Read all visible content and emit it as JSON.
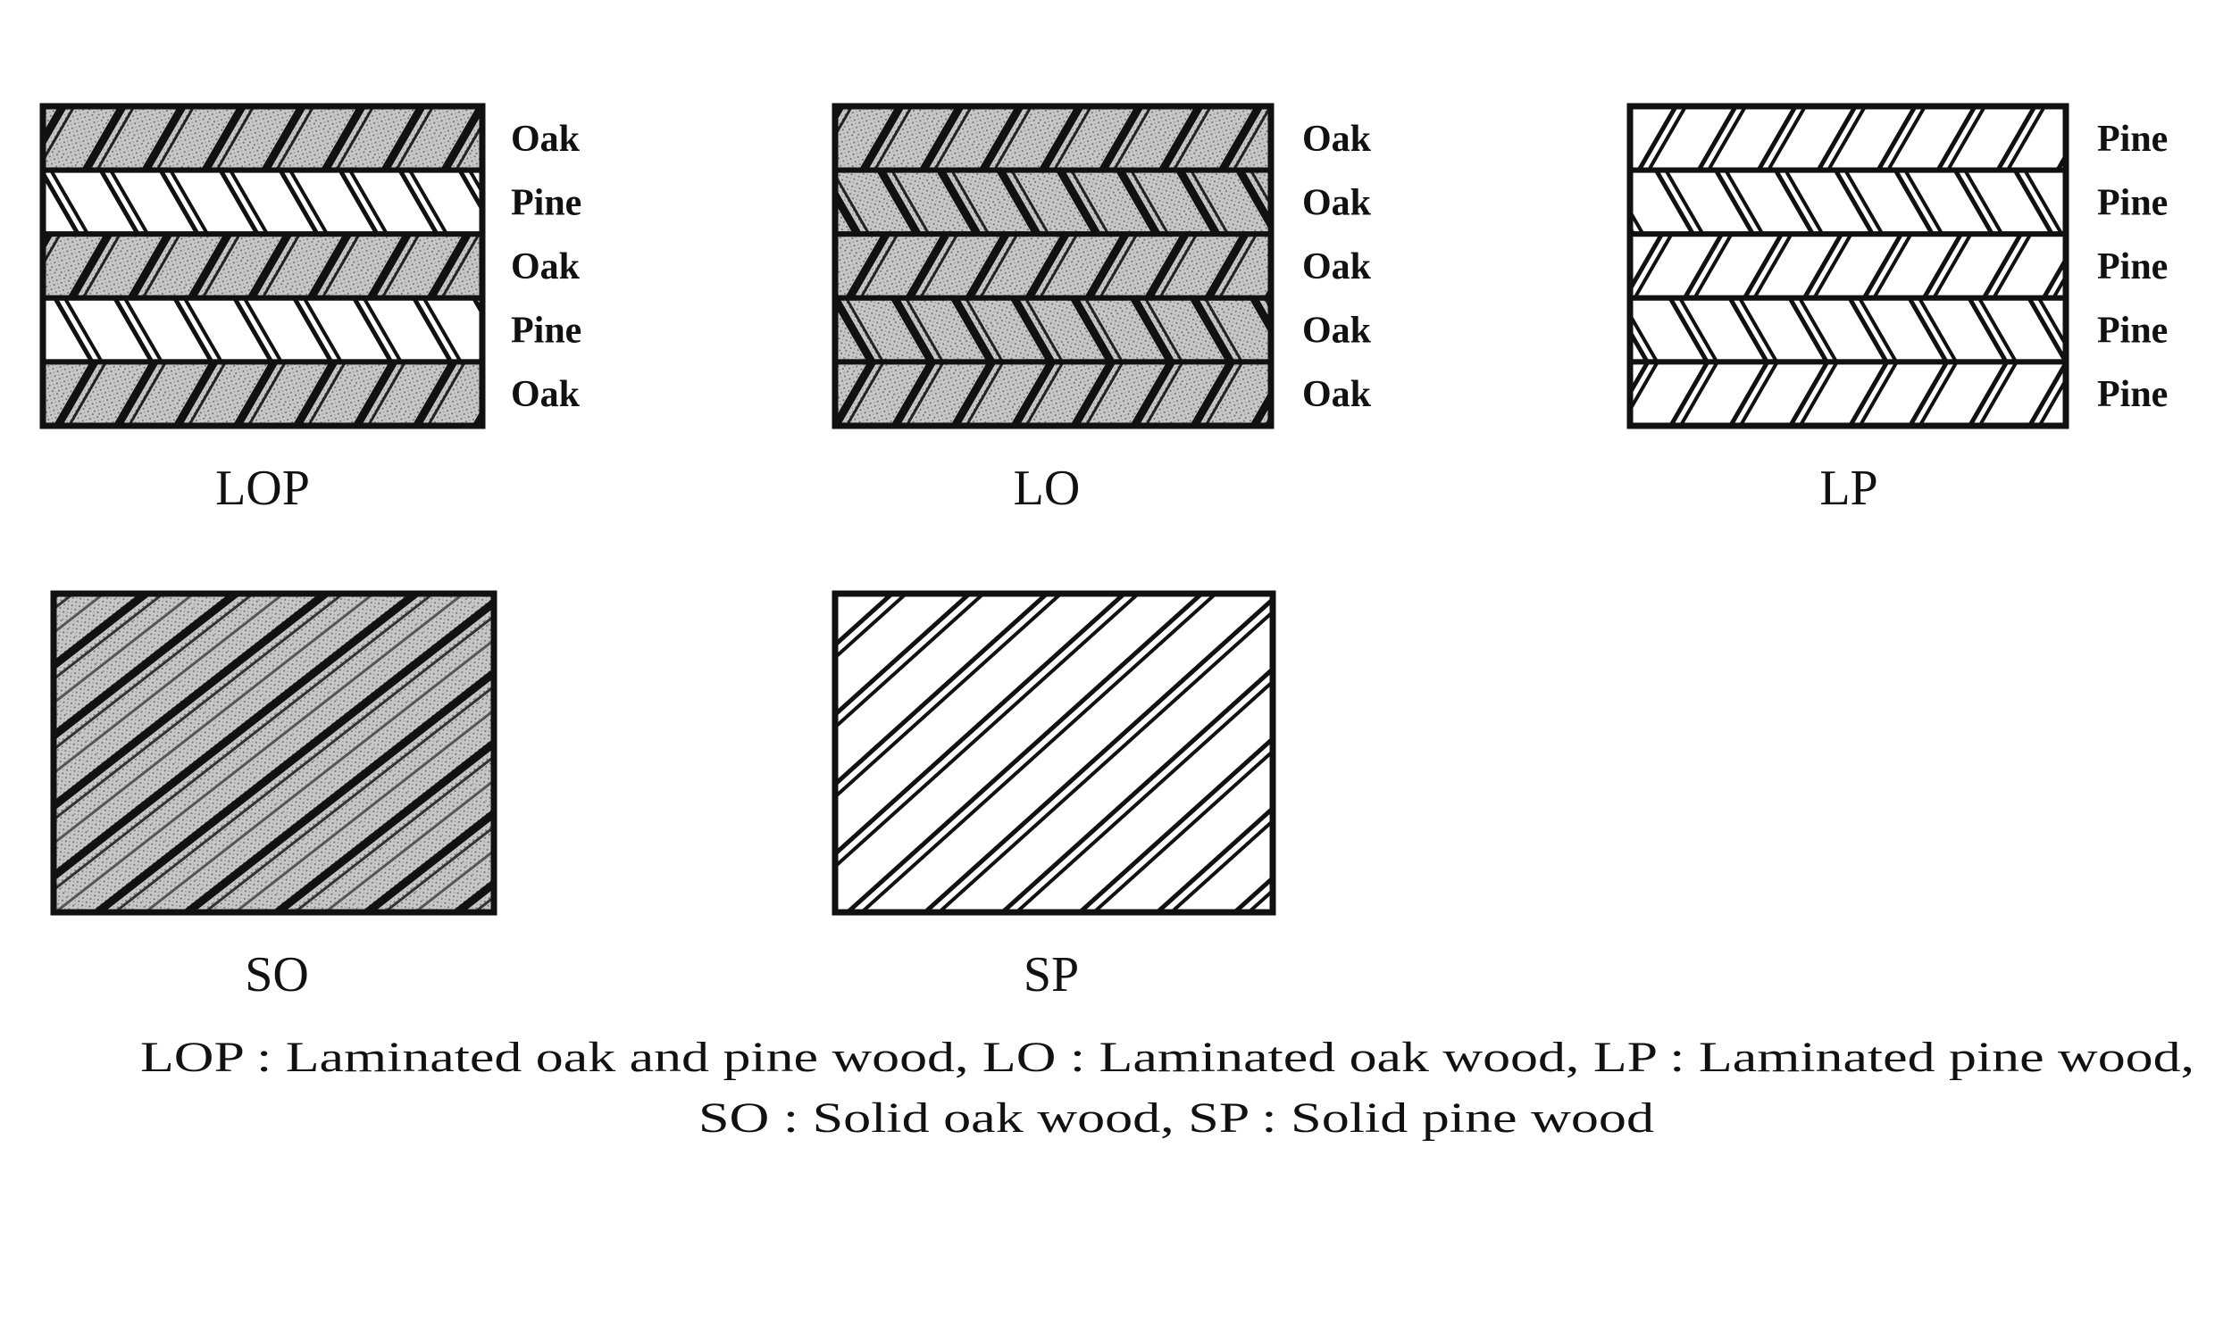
{
  "panels": [
    {
      "id": "LOP",
      "label": "LOP",
      "type": "laminated",
      "layers": [
        "Oak",
        "Pine",
        "Oak",
        "Pine",
        "Oak"
      ]
    },
    {
      "id": "LO",
      "label": "LO",
      "type": "laminated",
      "layers": [
        "Oak",
        "Oak",
        "Oak",
        "Oak",
        "Oak"
      ]
    },
    {
      "id": "LP",
      "label": "LP",
      "type": "laminated",
      "layers": [
        "Pine",
        "Pine",
        "Pine",
        "Pine",
        "Pine"
      ]
    },
    {
      "id": "SO",
      "label": "SO",
      "type": "solid",
      "material": "Oak"
    },
    {
      "id": "SP",
      "label": "SP",
      "type": "solid",
      "material": "Pine"
    }
  ],
  "caption": {
    "line1": "LOP : Laminated oak and pine wood, LO : Laminated oak wood, LP : Laminated pine wood,",
    "line2": "SO : Solid oak wood, SP : Solid pine wood"
  },
  "colors": {
    "oak_fill": "#bdbdbd",
    "pine_fill": "#ffffff",
    "stroke": "#111111"
  }
}
